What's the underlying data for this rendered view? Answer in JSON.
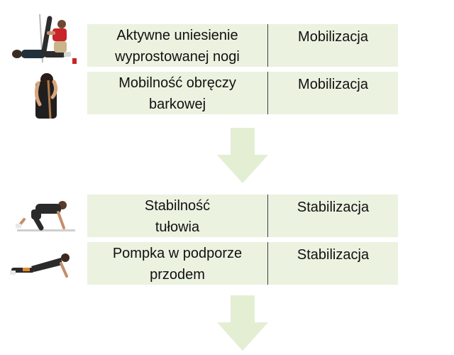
{
  "groups": [
    {
      "exercises": [
        {
          "name": "Aktywne uniesienie wyprostowanej nogi",
          "name_line1": "Aktywne uniesienie",
          "name_line2": "wyprostowanej nogi",
          "type": "Mobilizacja",
          "icon": "leg-raise-photo"
        },
        {
          "name": "Mobilność obręczy barkowej",
          "name_line1": "Mobilność obręczy",
          "name_line2": "barkowej",
          "type": "Mobilizacja",
          "icon": "shoulder-mobility-photo"
        }
      ]
    },
    {
      "exercises": [
        {
          "name": "Stabilność tułowia",
          "name_line1": "Stabilność",
          "name_line2": "tułowia",
          "type": "Stabilizacja",
          "icon": "trunk-stability-photo"
        },
        {
          "name": "Pompka w podporze przodem",
          "name_line1": "Pompka w podporze",
          "name_line2": "przodem",
          "type": "Stabilizacja",
          "icon": "push-up-photo"
        }
      ]
    }
  ],
  "colors": {
    "row_fill": "#ebf2e0",
    "arrow_fill": "#e3eed3",
    "divider": "#3f3f3f"
  }
}
